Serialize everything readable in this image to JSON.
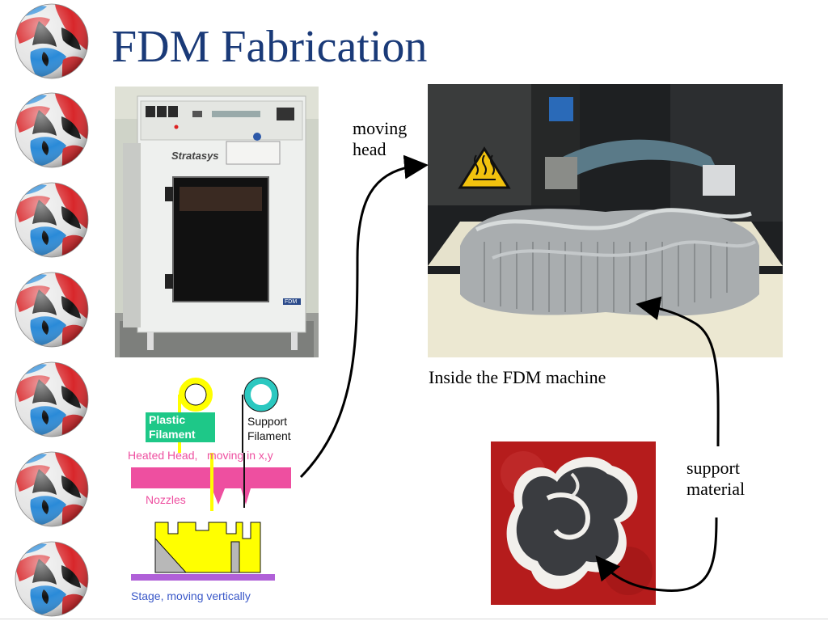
{
  "slide": {
    "title": "FDM Fabrication"
  },
  "labels": {
    "moving_head_line1": "moving",
    "moving_head_line2": "head",
    "inside_caption": "Inside the FDM machine",
    "support_line1": "support",
    "support_line2": "material"
  },
  "diagram": {
    "plastic_filament_line1": "Plastic",
    "plastic_filament_line2": "Filament",
    "support_filament_line1": "Support",
    "support_filament_line2": "Filament",
    "heated_head": "Heated Head,   moving in x,y",
    "nozzles": "Nozzles",
    "stage": "Stage, moving vertically"
  },
  "machine": {
    "brand": "Stratasys",
    "model": "FDM"
  },
  "colors": {
    "title": "#1a3a78",
    "head_pink": "#ee4fa0",
    "filament_yellow": "#ffff00",
    "filament_cyan": "#2bc8c0",
    "stage_purple": "#b060d8",
    "label_green": "#1ec888",
    "stage_text_blue": "#3a58c8"
  },
  "icons": {
    "ball": "decorative-ball-icon",
    "hot_surface": "hot-surface-warning-icon"
  }
}
